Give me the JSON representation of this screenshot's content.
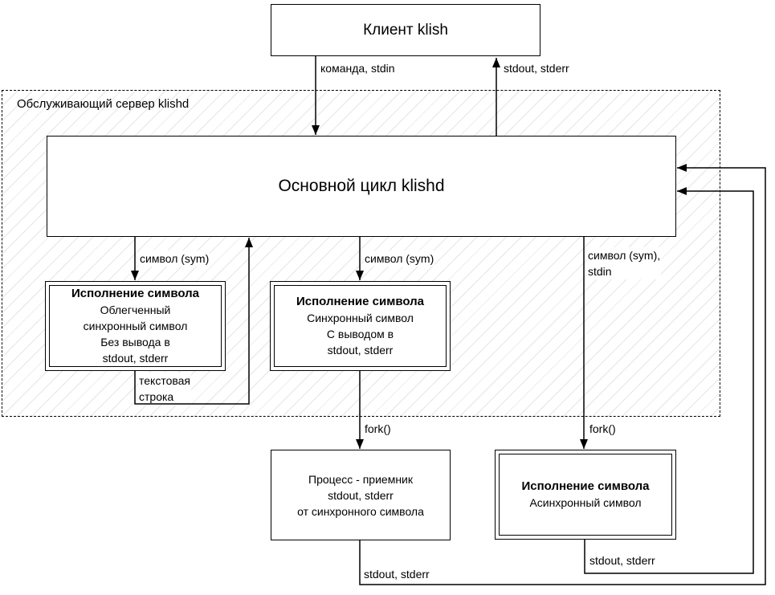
{
  "nodes": {
    "client": {
      "label": "Клиент klish"
    },
    "server_group": {
      "label": "Обслуживающий сервер klishd"
    },
    "main_loop": {
      "label": "Основной цикл klishd"
    },
    "light_sync": {
      "title": "Исполнение символа",
      "lines": [
        "Облегченный",
        "синхронный символ",
        "Без вывода в",
        "stdout, stderr"
      ]
    },
    "sync": {
      "title": "Исполнение символа",
      "lines": [
        "Синхронный символ",
        "С выводом в",
        "stdout, stderr"
      ]
    },
    "async": {
      "title": "Исполнение символа",
      "lines": [
        "Асинхронный символ"
      ]
    },
    "receiver_process": {
      "lines": [
        "Процесс - приемник",
        "stdout, stderr",
        "от синхронного символа"
      ]
    }
  },
  "edge_labels": {
    "command_stdin": "команда, stdin",
    "stdout_stderr_to_client": "stdout, stderr",
    "sym_left": "символ (sym)",
    "sym_mid": "символ (sym)",
    "sym_stdin_line1": "символ (sym),",
    "sym_stdin_line2": "stdin",
    "text_string_line1": "текстовая",
    "text_string_line2": "строка",
    "fork_mid": "fork()",
    "fork_right": "fork()",
    "stdout_stderr_async": "stdout, stderr",
    "stdout_stderr_process": "stdout, stderr"
  },
  "colors": {
    "stroke": "#000000",
    "background": "#ffffff",
    "hatch": "#e6e6e6"
  }
}
